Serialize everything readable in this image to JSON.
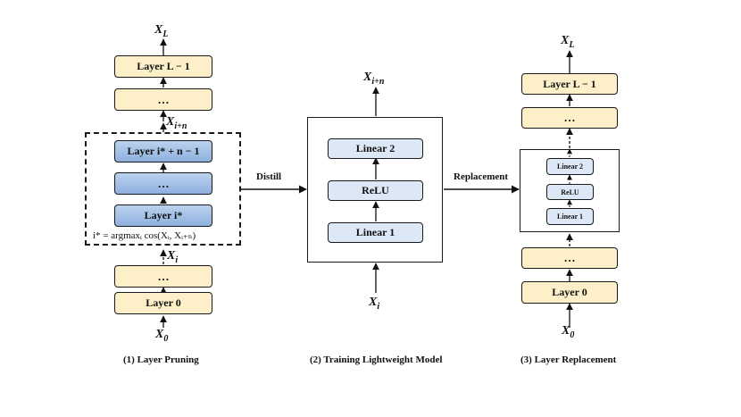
{
  "pruning": {
    "x_L": "X",
    "x_L_sub": "L",
    "layer_L_minus_1": "Layer L − 1",
    "dots_top": "…",
    "x_i_plus_n": "X",
    "x_i_plus_n_sub": "i+n",
    "layer_i_star_n_minus_1": "Layer i* + n − 1",
    "dots_mid": "…",
    "layer_i_star": "Layer i*",
    "formula": "i* = argmaxᵢ cos(Xᵢ, Xᵢ₊ₙ)",
    "x_i": "X",
    "x_i_sub": "i",
    "dots_bottom": "…",
    "layer_0": "Layer 0",
    "x_0": "X",
    "x_0_sub": "0",
    "caption": "(1) Layer Pruning"
  },
  "distill_label": "Distill",
  "training": {
    "x_out": "X",
    "x_out_sub": "i+n",
    "linear_2": "Linear 2",
    "relu": "ReLU",
    "linear_1": "Linear 1",
    "x_in": "X",
    "x_in_sub": "i",
    "caption": "(2) Training Lightweight Model"
  },
  "replacement_label": "Replacement",
  "replacement": {
    "x_L": "X",
    "x_L_sub": "L",
    "layer_L_minus_1": "Layer L − 1",
    "dots_top": "…",
    "linear_2": "Linear 2",
    "relu": "ReLU",
    "linear_1": "Linear 1",
    "dots_bottom": "…",
    "layer_0": "Layer 0",
    "x_0": "X",
    "x_0_sub": "0",
    "caption": "(3) Layer Replacement"
  }
}
